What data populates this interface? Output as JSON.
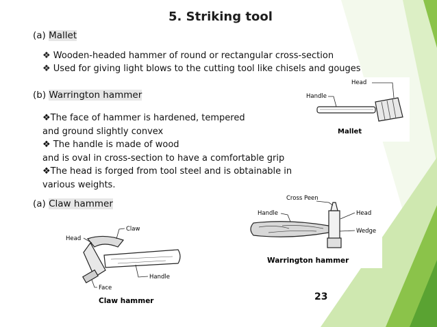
{
  "title": "5. Striking tool",
  "sections": {
    "mallet": {
      "prefix": "(a)",
      "name": "Mallet",
      "bullets": [
        "Wooden-headed hammer of round or rectangular cross-section",
        "Used for giving light blows to the cutting tool like chisels and gouges"
      ]
    },
    "warrington": {
      "prefix": "(b)",
      "name": "Warrington hammer",
      "lines": [
        "❖The face of hammer is hardened, tempered",
        "and ground slightly convex",
        "❖ The handle is made of wood",
        "and is oval in cross-section to have a comfortable grip",
        "❖The head is forged from tool steel and is obtainable in",
        "various weights."
      ]
    },
    "claw": {
      "prefix": "(a)",
      "name": "Claw hammer"
    }
  },
  "figures": {
    "mallet": {
      "caption": "Mallet",
      "labels": {
        "head": "Head",
        "handle": "Handle"
      }
    },
    "warrington": {
      "caption": "Warrington hammer",
      "labels": {
        "cross_peen": "Cross Peen",
        "handle": "Handle",
        "head": "Head",
        "wedge": "Wedge"
      }
    },
    "claw": {
      "caption": "Claw hammer",
      "labels": {
        "head": "Head",
        "claw": "Claw",
        "handle": "Handle",
        "face": "Face"
      }
    }
  },
  "page_number": "23",
  "colors": {
    "accent_green": "#8bc34a",
    "dark_green": "#4f9a2a",
    "light_green": "#c5e39a"
  }
}
